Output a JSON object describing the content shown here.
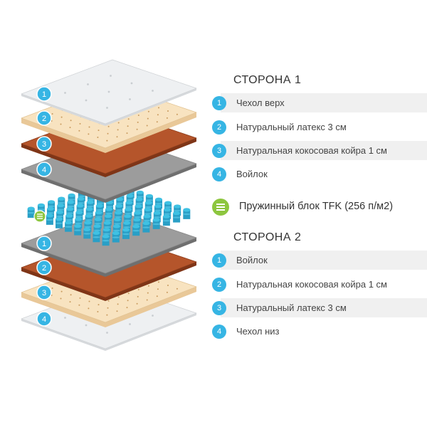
{
  "colors": {
    "accent_blue": "#36b5e4",
    "accent_green": "#8dc63f",
    "row_band": "#f0f0f0",
    "cover": "#eef0f2",
    "latex": "#f8e3c0",
    "coir": "#b5552b",
    "felt": "#9c9c9c",
    "spring": "#3fc1e3"
  },
  "side1": {
    "title": "СТОРОНА 1",
    "items": [
      {
        "num": "1",
        "label": "Чехол верх",
        "banded": true
      },
      {
        "num": "2",
        "label": "Натуральный латекс 3 см",
        "banded": false
      },
      {
        "num": "3",
        "label": "Натуральная кокосовая койра 1 см",
        "banded": true
      },
      {
        "num": "4",
        "label": "Войлок",
        "banded": false
      }
    ]
  },
  "spring": {
    "icon": "spring-block-icon",
    "label": "Пружинный блок TFK (256 п/м2)"
  },
  "side2": {
    "title": "СТОРОНА 2",
    "items": [
      {
        "num": "1",
        "label": "Войлок",
        "banded": true
      },
      {
        "num": "2",
        "label": "Натуральная кокосовая койра 1 см",
        "banded": false
      },
      {
        "num": "3",
        "label": "Натуральный латекс 3 см",
        "banded": true
      },
      {
        "num": "4",
        "label": "Чехол низ",
        "banded": false
      }
    ]
  },
  "stack_layers": [
    {
      "material": "cover",
      "marker": "1"
    },
    {
      "material": "latex",
      "marker": "2"
    },
    {
      "material": "coir",
      "marker": "3"
    },
    {
      "material": "felt",
      "marker": "4"
    },
    {
      "material": "spring",
      "marker": ""
    },
    {
      "material": "felt",
      "marker": "1"
    },
    {
      "material": "coir",
      "marker": "2"
    },
    {
      "material": "latex",
      "marker": "3"
    },
    {
      "material": "cover",
      "marker": "4"
    }
  ]
}
